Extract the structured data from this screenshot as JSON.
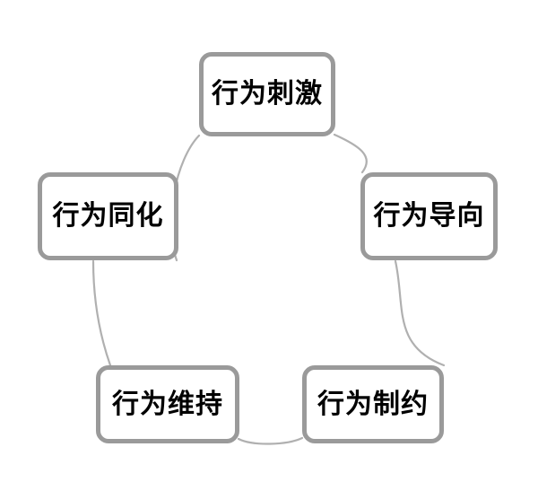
{
  "diagram": {
    "type": "cycle",
    "orientation": "clockwise",
    "background_color": "#ffffff",
    "node_border_color": "#9a9a9a",
    "node_fill_color": "#ffffff",
    "connector_color": "#b0b0b0",
    "text_color": "#000000",
    "nodes": [
      {
        "id": "top",
        "label": "行为刺激",
        "position": "top"
      },
      {
        "id": "right",
        "label": "行为导向",
        "position": "right"
      },
      {
        "id": "bottomright",
        "label": "行为制约",
        "position": "bottom-right"
      },
      {
        "id": "bottomleft",
        "label": "行为维持",
        "position": "bottom-left"
      },
      {
        "id": "left",
        "label": "行为同化",
        "position": "left"
      }
    ],
    "connectors": [
      {
        "from": "top",
        "to": "right"
      },
      {
        "from": "right",
        "to": "bottomright"
      },
      {
        "from": "bottomright",
        "to": "bottomleft"
      },
      {
        "from": "bottomleft",
        "to": "left"
      },
      {
        "from": "left",
        "to": "top"
      }
    ]
  }
}
